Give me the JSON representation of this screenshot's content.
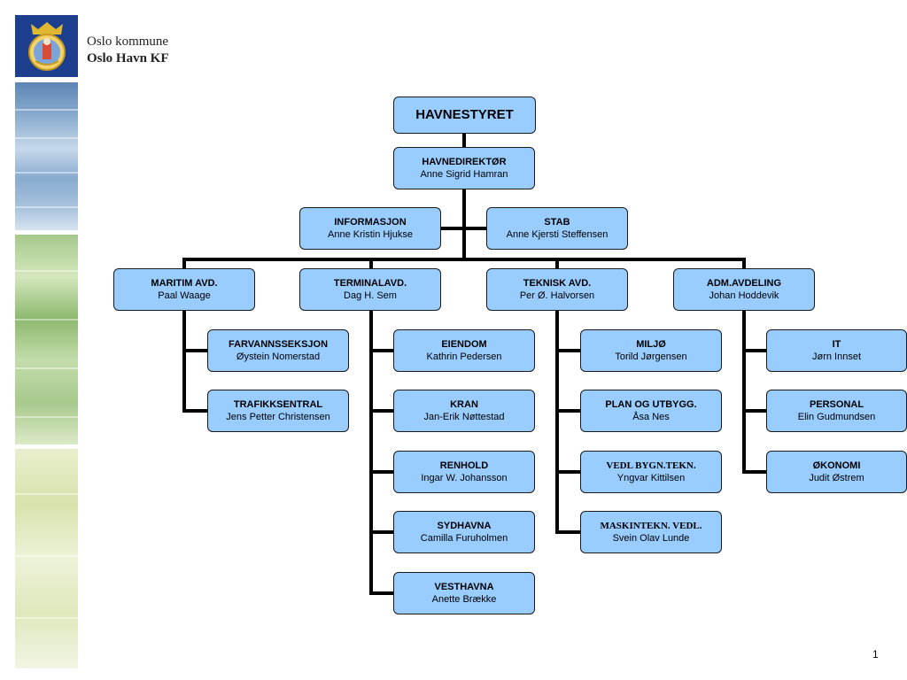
{
  "header": {
    "org_line1": "Oslo kommune",
    "org_line2": "Oslo Havn KF",
    "logo_icon": "oslo-coat-of-arms-icon"
  },
  "colors": {
    "box_fill": "#99ccff",
    "box_border": "#1a1a1a",
    "connector": "#000000",
    "logo_bg": "#1d3f8f"
  },
  "org_chart": {
    "board": {
      "title": "HAVNESTYRET",
      "name": ""
    },
    "director": {
      "title": "HAVNEDIREKTØR",
      "name": "Anne Sigrid Hamran"
    },
    "staff": [
      {
        "title": "INFORMASJON",
        "name": "Anne Kristin Hjukse"
      },
      {
        "title": "STAB",
        "name": "Anne Kjersti Steffensen"
      }
    ],
    "departments": [
      {
        "title": "MARITIM AVD.",
        "name": "Paal Waage",
        "units": [
          {
            "title": "FARVANNSSEKSJON",
            "name": "Øystein Nomerstad"
          },
          {
            "title": "TRAFIKKSENTRAL",
            "name": "Jens Petter Christensen"
          }
        ]
      },
      {
        "title": "TERMINALAVD.",
        "name": "Dag H. Sem",
        "units": [
          {
            "title": "EIENDOM",
            "name": "Kathrin Pedersen"
          },
          {
            "title": "KRAN",
            "name": "Jan-Erik Nøttestad"
          },
          {
            "title": "RENHOLD",
            "name": "Ingar W. Johansson"
          },
          {
            "title": "SYDHAVNA",
            "name": "Camilla Furuholmen"
          },
          {
            "title": "VESTHAVNA",
            "name": "Anette Brække"
          }
        ]
      },
      {
        "title": "TEKNISK AVD.",
        "name": "Per Ø. Halvorsen",
        "units": [
          {
            "title": "MILJØ",
            "name": "Torild Jørgensen"
          },
          {
            "title": "PLAN OG UTBYGG.",
            "name": "Åsa Nes"
          },
          {
            "title": "VEDL BYGN.TEKN.",
            "name": "Yngvar Kittilsen"
          },
          {
            "title": "MASKINTEKN. VEDL.",
            "name": "Svein Olav Lunde"
          }
        ]
      },
      {
        "title": "ADM.AVDELING",
        "name": "Johan Hoddevik",
        "units": [
          {
            "title": "IT",
            "name": "Jørn Innset"
          },
          {
            "title": "PERSONAL",
            "name": "Elin Gudmundsen"
          },
          {
            "title": "ØKONOMI",
            "name": "Judit Østrem"
          }
        ]
      }
    ]
  },
  "footer": {
    "page_number": "1"
  }
}
